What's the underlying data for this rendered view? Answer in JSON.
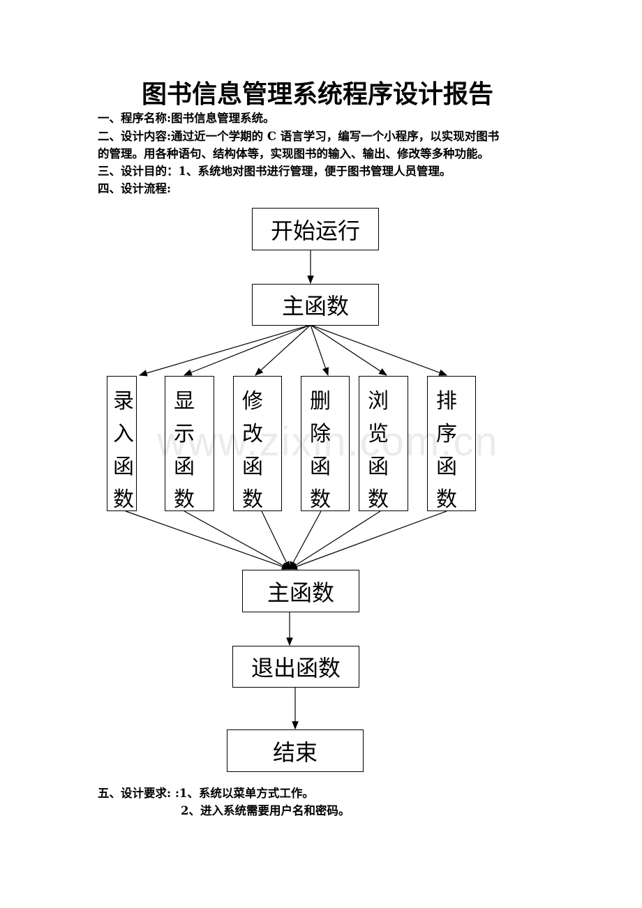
{
  "title": "图书信息管理系统程序设计报告",
  "lines": [
    "一、程序名称:图书信息管理系统。",
    "二、设计内容:通过近一个学期的 C 语言学习，编写一个小程序，以实现对图书",
    "的管理。用各种语句、结构体等，实现图书的输入、输出、修改等多种功能。",
    "三、设计目的：1、系统地对图书进行管理，便于图书管理人员管理。",
    "四、设计流程:"
  ],
  "flow": {
    "start": "开始运行",
    "main1": "主函数",
    "funcs": [
      "录入函数",
      "显示函数",
      "修改函数",
      "删除函数",
      "浏览函数",
      "排序函数"
    ],
    "main2": "主函数",
    "exit": "退出函数",
    "end": "结束"
  },
  "requirements": [
    "五、设计要求: :1、系统以菜单方式工作。",
    "2、进入系统需要用户名和密码。"
  ],
  "watermark": "www.zixin.com.cn"
}
